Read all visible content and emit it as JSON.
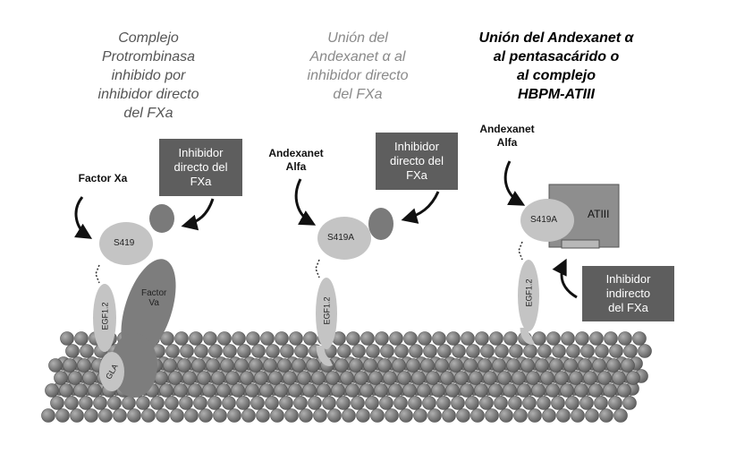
{
  "titles": {
    "left": "Complejo\nProtrombinasa\ninhibido por\ninhibidor directo\ndel FXa",
    "middle": "Unión del\nAndexanet α al\ninhibidor directo\ndel FXa",
    "right": "Unión del Andexanet α\nal pentasacárido o\nal complejo\nHBPM-ATIII"
  },
  "boxes": {
    "left": "Inhibidor\ndirecto del\nFXa",
    "middle": "Inhibidor\ndirecto del\nFXa",
    "right": "Inhibidor\nindirecto\ndel FXa"
  },
  "labels": {
    "factor_xa": "Factor Xa",
    "andexanet_middle": "Andexanet\nAlfa",
    "andexanet_right": "Andexanet\nAlfa"
  },
  "molecules": {
    "s419": "S419",
    "s419a_middle": "S419A",
    "s419a_right": "S419A",
    "factor_va": "Factor\nVa",
    "egf12": "EGF1.2",
    "gla": "GLA",
    "atiii": "ATIII"
  },
  "colors": {
    "membrane_ball": "#7a7a7a",
    "protein_light": "#c4c4c4",
    "protein_dark": "#7d7d7d",
    "box_fill": "#5e5e5e",
    "atiii_fill": "#8e8e8e"
  }
}
